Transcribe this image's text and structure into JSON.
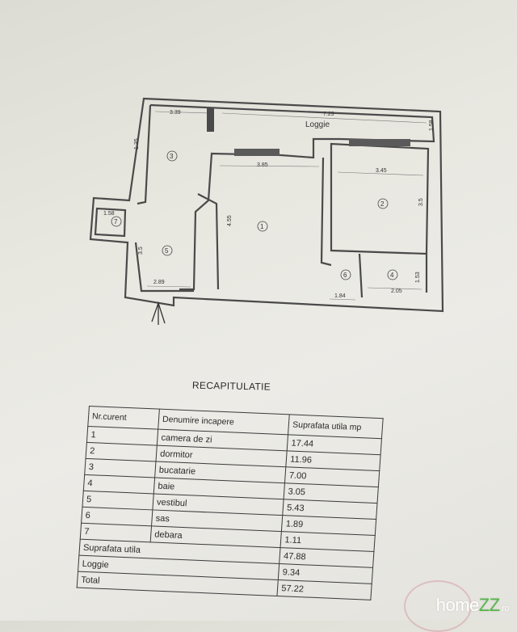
{
  "plan": {
    "loggie_label": "Loggie",
    "dimensions": [
      "3.39",
      "7.29",
      "1.35",
      "3.85",
      "3.45",
      "4.55",
      "3.5",
      "1.58",
      "2.89",
      "1.84",
      "2.05",
      "1.53",
      "3.5",
      "1.58"
    ],
    "room_numbers": [
      "1",
      "2",
      "3",
      "4",
      "5",
      "6",
      "7"
    ],
    "north_marker": "A"
  },
  "recap": {
    "title": "RECAPITULATIE",
    "headers": {
      "nr": "Nr.curent",
      "name": "Denumire incapere",
      "area": "Suprafata utila mp"
    },
    "rows": [
      {
        "nr": "1",
        "name": "camera de zi",
        "area": "17.44"
      },
      {
        "nr": "2",
        "name": "dormitor",
        "area": "11.96"
      },
      {
        "nr": "3",
        "name": "bucatarie",
        "area": "7.00"
      },
      {
        "nr": "4",
        "name": "baie",
        "area": "3.05"
      },
      {
        "nr": "5",
        "name": "vestibul",
        "area": "5.43"
      },
      {
        "nr": "6",
        "name": "sas",
        "area": "1.89"
      },
      {
        "nr": "7",
        "name": "debara",
        "area": "1.11"
      }
    ],
    "summary": [
      {
        "label": "Suprafata utila",
        "value": "47.88"
      },
      {
        "label": "Loggie",
        "value": "9.34"
      },
      {
        "label": "Total",
        "value": "57.22"
      }
    ]
  },
  "watermark": {
    "home": "home",
    "zz": "ZZ",
    "ro": ".ro",
    "zz_color": "#55b64b"
  }
}
